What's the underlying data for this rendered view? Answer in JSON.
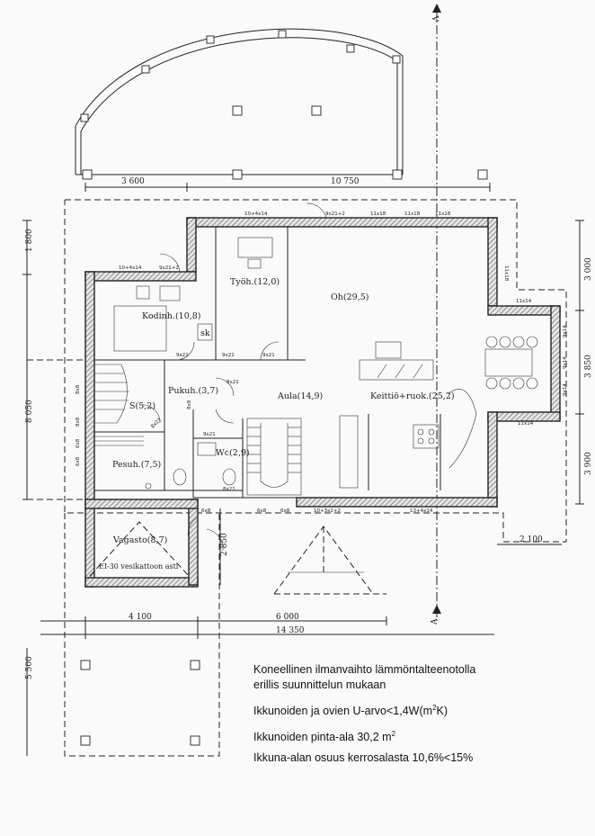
{
  "rooms": {
    "tyoh": "Työh.(12,0)",
    "oh": "Oh(29,5)",
    "kodinh": "Kodinh.(10,8)",
    "sk": "sk",
    "pukuh": "Pukuh.(3,7)",
    "aula": "Aula(14,9)",
    "keittio": "Keittiö+ruok.(25,2)",
    "s": "S(5,2)",
    "pesuh": "Pesuh.(7,5)",
    "wc": "Wc(2,9)",
    "vagasto": "Vagasto(8,7)",
    "vesikatto": "EI-30 vesikattoon asti"
  },
  "dimensions": {
    "top_left": "3 600",
    "top_right": "10 750",
    "left_top": "1 800",
    "left_mid": "8 050",
    "right_top": "3 000",
    "right_mid": "3 850",
    "right_bot": "3 900",
    "right_width": "2 100",
    "bottom_left": "4 100",
    "bottom_mid": "6 000",
    "bottom_total": "14 350",
    "carport_depth": "5 500",
    "garage_side": "2 850"
  },
  "section_marker": "A",
  "window_codes": {
    "w1": "10+4x14",
    "w2": "9x21+2",
    "w3": "10+4x14",
    "w4": "9x21+2",
    "w5": "11x18",
    "w6": "11x18",
    "w7": "11x18",
    "w8": "11x18",
    "w9": "11x14",
    "w10": "9x14",
    "w11": "9x14",
    "w12": "9x14",
    "w13": "11x14",
    "w14": "9x21",
    "w15": "9x21",
    "w16": "9x21",
    "w17": "8x8",
    "w18": "6x8",
    "w19": "6x8",
    "w20": "10+3x2+2",
    "w21": "13+4x14",
    "w22": "8x21",
    "w23": "8x21",
    "w24": "9x21",
    "w25": "8x8",
    "w26": "6x8",
    "w27": "6x8",
    "w28": "8x8",
    "w29": "8x21",
    "w30": "6x8"
  },
  "notes": {
    "line1": "Koneellinen ilmanvaihto lämmöntalteenotolla",
    "line2": "erillis suunnittelun mukaan",
    "line3_pre": "Ikkunoiden ja ovien U-arvo<1,4W(m",
    "line3_sup": "2",
    "line3_post": "K)",
    "line4_pre": "Ikkunoiden pinta-ala 30,2 m",
    "line4_sup": "2",
    "line5": "Ikkuna-alan osuus kerrosalasta 10,6%<15%"
  }
}
